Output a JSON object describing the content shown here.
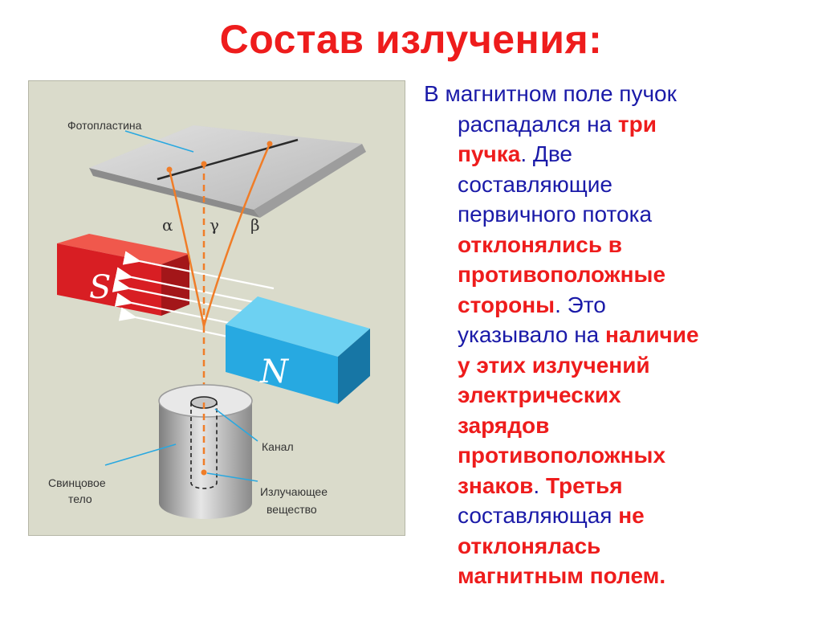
{
  "title": "Состав излучения:",
  "figure": {
    "labels": {
      "photoplate": "Фотопластина",
      "alpha": "α",
      "gamma": "γ",
      "beta": "β",
      "magnet_s": "S",
      "magnet_n": "N",
      "channel": "Канал",
      "lead_body_1": "Свинцовое",
      "lead_body_2": "тело",
      "emitting_1": "Излучающее",
      "emitting_2": "вещество"
    },
    "colors": {
      "magnet_s": "#e8202a",
      "magnet_n": "#27a9e1",
      "beam": "#f07d28",
      "pointer": "#29a8e0",
      "background": "#dadbcb"
    }
  },
  "text": {
    "l1": "В магнитном поле пучок",
    "l2a": "распадался на ",
    "l2b": "три",
    "l3a": "пучка",
    "l3b": ".",
    "l3c": " Две",
    "l4": "составляющие",
    "l5": "первичного потока",
    "l6": "отклонялись в",
    "l7": "противоположные",
    "l8a": "стороны",
    "l8b": ". Это",
    "l9a": "указывало на ",
    "l9b": "наличие",
    "l10": "у этих излучений",
    "l11": "электрических",
    "l12": "зарядов",
    "l13": "противоположных",
    "l14a": "знаков",
    "l14b": ". ",
    "l14c": "Третья",
    "l15a": "составляющая ",
    "l15b": "не",
    "l16": "отклонялась",
    "l17": "магнитным полем."
  }
}
